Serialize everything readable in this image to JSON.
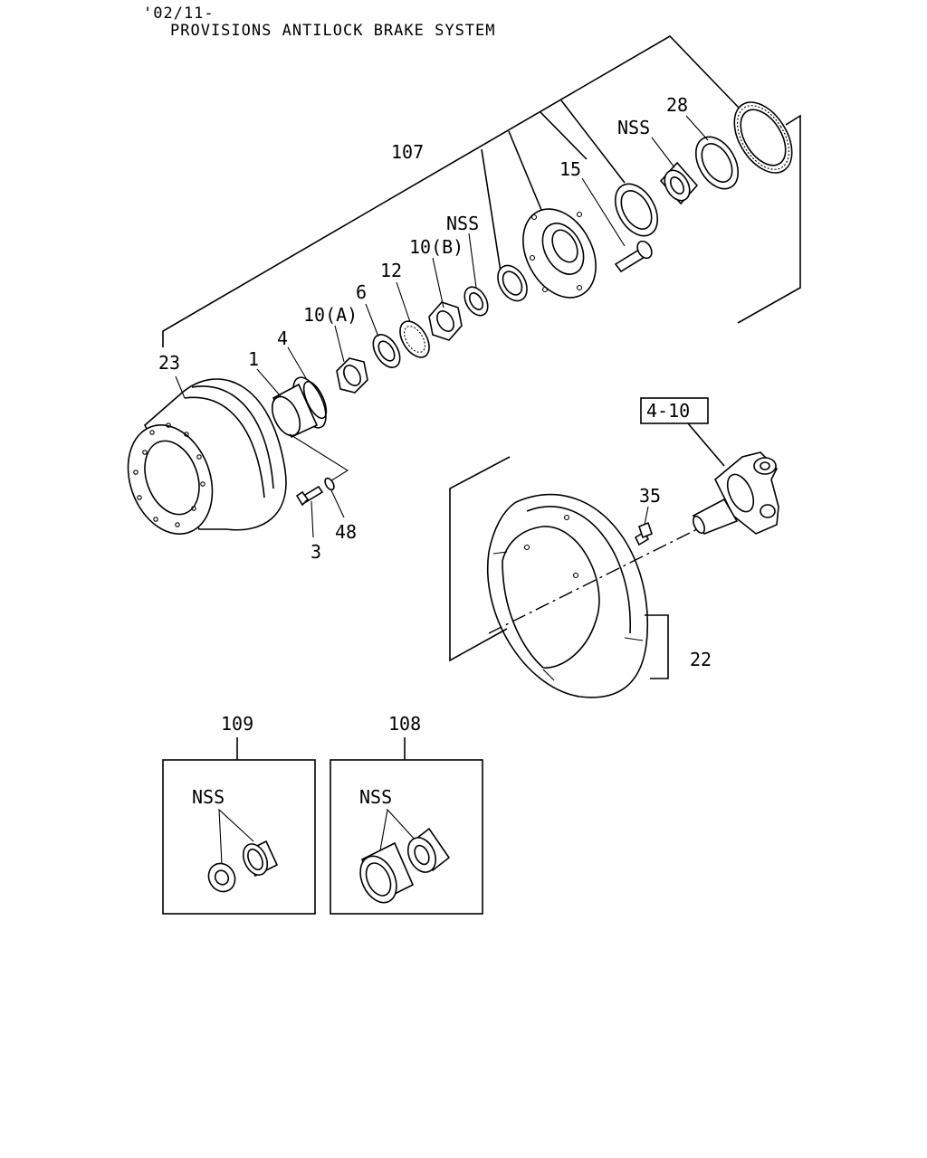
{
  "header": {
    "date_code": "'02/11-",
    "title": "PROVISIONS ANTILOCK BRAKE SYSTEM"
  },
  "labels": {
    "l107": "107",
    "l28": "28",
    "nss_top": "NSS",
    "l15": "15",
    "nss_mid": "NSS",
    "l10b": "10(B)",
    "l12": "12",
    "l6": "6",
    "l10a": "10(A)",
    "l4": "4",
    "l1": "1",
    "l23": "23",
    "l3": "3",
    "l48": "48",
    "ref_4_10": "4-10",
    "l35": "35",
    "l22": "22",
    "l109": "109",
    "l108": "108",
    "nss_109": "NSS",
    "nss_108": "NSS"
  }
}
